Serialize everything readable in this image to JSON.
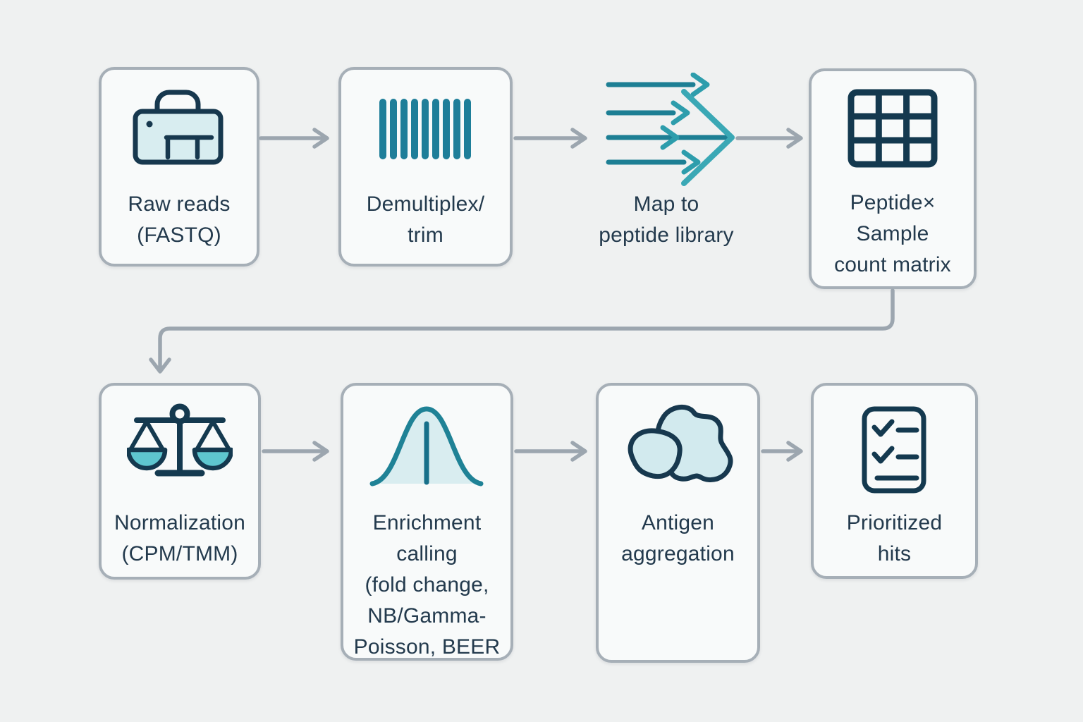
{
  "diagram": {
    "type": "flowchart",
    "subject": "sequencing analysis pipeline",
    "background": "#eff1f1",
    "colors": {
      "box_fill": "#f8fafa",
      "box_border": "#a6afb7",
      "connector_gray": "#9ca6af",
      "text": "#233a4d",
      "icon_outline_dark": "#17384e",
      "icon_teal": "#1e7e99",
      "icon_teal_bright": "#2d9dac",
      "icon_teal_light": "#3aa8b5",
      "icon_fill_light": "#d8edf0",
      "icon_fill_medium": "#5ec6cf"
    },
    "nodes": [
      {
        "id": "raw-reads-fastq",
        "label": "Raw reads\n(FASTQ)",
        "icon": "sequencer-icon",
        "boxed": true
      },
      {
        "id": "demultiplex-trim",
        "label": "Demultiplex/\ntrim",
        "icon": "barcode-icon",
        "boxed": true
      },
      {
        "id": "map-to-peptide-library",
        "label": "Map to\npeptide library",
        "icon": "mapping-arrows-icon",
        "boxed": false
      },
      {
        "id": "peptide-sample-count-matrix",
        "label": "Peptide×\nSample\ncount matrix",
        "icon": "matrix-grid-icon",
        "boxed": true
      },
      {
        "id": "normalization",
        "label": "Normalization\n(CPM/TMM)",
        "icon": "balance-scale-icon",
        "boxed": true
      },
      {
        "id": "enrichment-calling",
        "label": "Enrichment\ncalling\n(fold change,\nNB/Gamma-\nPoisson, BEER",
        "icon": "bell-curve-icon",
        "boxed": true
      },
      {
        "id": "antigen-aggregation",
        "label": "Antigen\naggregation",
        "icon": "antigen-blobs-icon",
        "boxed": true
      },
      {
        "id": "prioritized-hits",
        "label": "Prioritized\nhits",
        "icon": "checklist-icon",
        "boxed": true
      }
    ],
    "connections": [
      {
        "from": "raw-reads-fastq",
        "to": "demultiplex-trim"
      },
      {
        "from": "demultiplex-trim",
        "to": "map-to-peptide-library"
      },
      {
        "from": "map-to-peptide-library",
        "to": "peptide-sample-count-matrix"
      },
      {
        "from": "peptide-sample-count-matrix",
        "to": "normalization"
      },
      {
        "from": "normalization",
        "to": "enrichment-calling"
      },
      {
        "from": "enrichment-calling",
        "to": "antigen-aggregation"
      },
      {
        "from": "antigen-aggregation",
        "to": "prioritized-hits"
      }
    ]
  }
}
